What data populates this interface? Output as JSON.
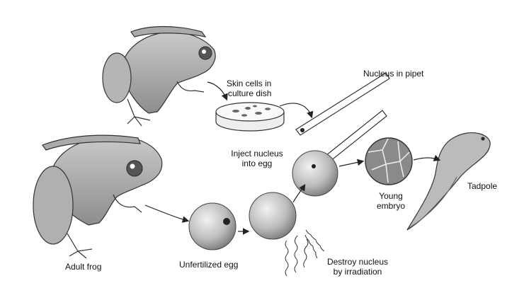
{
  "labels": {
    "skin_cells_line1": "Skin cells in",
    "skin_cells_line2": "culture dish",
    "nucleus_in_pipet": "Nucleus in pipet",
    "inject_line1": "Inject nucleus",
    "inject_line2": "into egg",
    "embryo_line1": "Young",
    "embryo_line2": "embryo",
    "tadpole": "Tadpole",
    "adult_frog": "Adult frog",
    "unfertilized_egg": "Unfertilized egg",
    "destroy_line1": "Destroy nucleus",
    "destroy_line2": "by irradiation"
  }
}
